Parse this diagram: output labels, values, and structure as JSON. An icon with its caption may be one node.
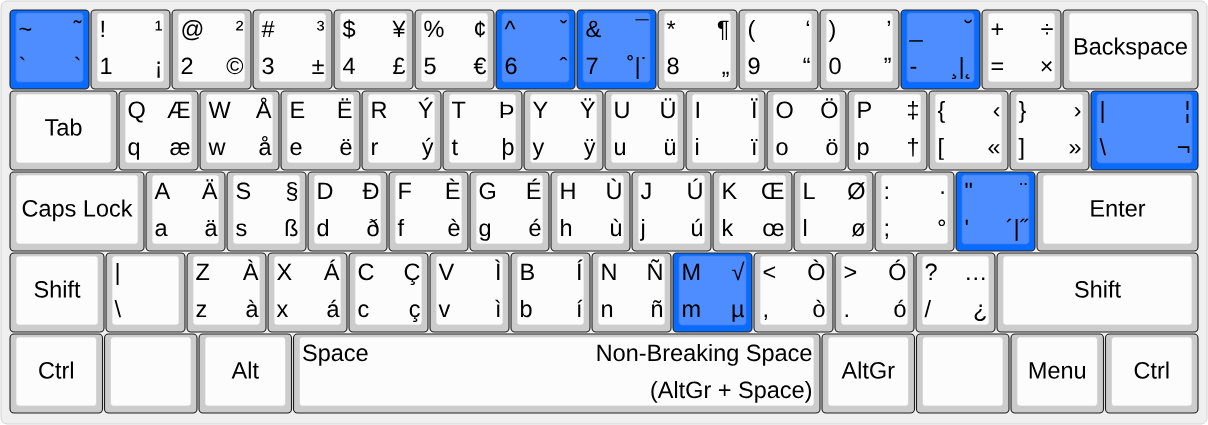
{
  "diagram": {
    "nodes": [
      {
        "text": [
          "~",
          "˜",
          "`",
          "`"
        ]
      },
      {
        "text": [
          "!",
          "¹",
          "1",
          "¡"
        ]
      },
      {
        "text": [
          "@",
          "²",
          "2",
          "©"
        ]
      },
      {
        "text": [
          "#",
          "³",
          "3",
          "±"
        ]
      },
      {
        "text": [
          "$",
          "¥",
          "4",
          "£"
        ]
      },
      {
        "text": [
          "%",
          "¢",
          "5",
          "€"
        ]
      },
      {
        "text": [
          "^",
          "ˇ",
          "6",
          "ˆ"
        ]
      },
      {
        "text": [
          "&",
          "¯",
          "7",
          "˚|˙"
        ]
      },
      {
        "text": [
          "*",
          "¶",
          "8",
          "„"
        ]
      },
      {
        "text": [
          "(",
          "‘",
          "9",
          "“"
        ]
      },
      {
        "text": [
          ")",
          "’",
          "0",
          "”"
        ]
      },
      {
        "text": [
          "_",
          "˘",
          "-",
          "¸|˛"
        ]
      },
      {
        "text": [
          "+",
          "÷",
          "=",
          "×"
        ]
      },
      {
        "text": [
          "Backspace"
        ]
      },
      {
        "text": [
          "Tab"
        ]
      },
      {
        "text": [
          "Q",
          "Æ",
          "q",
          "æ"
        ]
      },
      {
        "text": [
          "W",
          "Å",
          "w",
          "å"
        ]
      },
      {
        "text": [
          "E",
          "Ë",
          "e",
          "ë"
        ]
      },
      {
        "text": [
          "R",
          "Ý",
          "r",
          "ý"
        ]
      },
      {
        "text": [
          "T",
          "Þ",
          "t",
          "þ"
        ]
      },
      {
        "text": [
          "Y",
          "Ÿ",
          "y",
          "ÿ"
        ]
      },
      {
        "text": [
          "U",
          "Ü",
          "u",
          "ü"
        ]
      },
      {
        "text": [
          "I",
          "Ï",
          "i",
          "ï"
        ]
      },
      {
        "text": [
          "O",
          "Ö",
          "o",
          "ö"
        ]
      },
      {
        "text": [
          "P",
          "‡",
          "p",
          "†"
        ]
      },
      {
        "text": [
          "{",
          "‹",
          "[",
          "«"
        ]
      },
      {
        "text": [
          "}",
          "›",
          "]",
          "»"
        ]
      },
      {
        "text": [
          "|",
          "¦",
          "\\",
          "¬"
        ]
      },
      {
        "text": [
          "Caps Lock"
        ]
      },
      {
        "text": [
          "A",
          "Ä",
          "a",
          "ä"
        ]
      },
      {
        "text": [
          "S",
          "§",
          "s",
          "ß"
        ]
      },
      {
        "text": [
          "D",
          "Ð",
          "d",
          "ð"
        ]
      },
      {
        "text": [
          "F",
          "È",
          "f",
          "è"
        ]
      },
      {
        "text": [
          "G",
          "É",
          "g",
          "é"
        ]
      },
      {
        "text": [
          "H",
          "Ù",
          "h",
          "ù"
        ]
      },
      {
        "text": [
          "J",
          "Ú",
          "j",
          "ú"
        ]
      },
      {
        "text": [
          "K",
          "Œ",
          "k",
          "œ"
        ]
      },
      {
        "text": [
          "L",
          "Ø",
          "l",
          "ø"
        ]
      },
      {
        "text": [
          ":",
          "·",
          ";",
          "°"
        ]
      },
      {
        "text": [
          "\"",
          "¨",
          "'",
          "´|˝"
        ]
      },
      {
        "text": [
          "Enter"
        ]
      },
      {
        "text": [
          "Shift"
        ]
      },
      {
        "text": [
          "|",
          "\\"
        ]
      },
      {
        "text": [
          "Z",
          "À",
          "z",
          "à"
        ]
      },
      {
        "text": [
          "X",
          "Á",
          "x",
          "á"
        ]
      },
      {
        "text": [
          "C",
          "Ç",
          "c",
          "ç"
        ]
      },
      {
        "text": [
          "V",
          "Ì",
          "v",
          "ì"
        ]
      },
      {
        "text": [
          "B",
          "Í",
          "b",
          "í"
        ]
      },
      {
        "text": [
          "N",
          "Ñ",
          "n",
          "ñ"
        ]
      },
      {
        "text": [
          "M",
          "√",
          "m",
          "µ"
        ]
      },
      {
        "text": [
          "<",
          "Ò",
          ",",
          "ò"
        ]
      },
      {
        "text": [
          ">",
          "Ó",
          ".",
          "ó"
        ]
      },
      {
        "text": [
          "?",
          "…",
          "/",
          "¿"
        ]
      },
      {
        "text": [
          "Shift"
        ]
      },
      {
        "text": [
          "Ctrl"
        ]
      },
      {
        "text": [],
        "shape": "box"
      },
      {
        "text": [
          "Alt"
        ]
      },
      {
        "text": [
          "Space",
          "Non-Breaking Space",
          "(AltGr + Space)"
        ]
      },
      {
        "text": [
          "AltGr"
        ]
      },
      {
        "text": [],
        "shape": "box"
      },
      {
        "text": [
          "Menu"
        ]
      },
      {
        "text": [
          "Ctrl"
        ]
      }
    ]
  }
}
